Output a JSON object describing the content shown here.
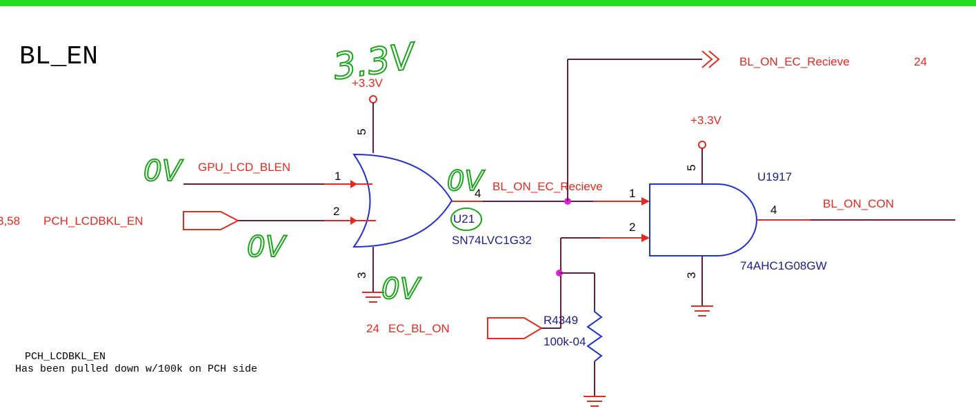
{
  "colors": {
    "top_bar": "#22dd22",
    "wire": "#6b1a3a",
    "pin_wire": "#e8281e",
    "net_label": "#e8281e",
    "component": "#1c1c8c",
    "gate_outline": "#1e2fd6",
    "junction": "#e020e0",
    "annotation": "#1aa51a"
  },
  "title": "BL_EN",
  "power_labels": {
    "u21_vcc": "+3.3V",
    "u1917_vcc": "+3.3V"
  },
  "nets": {
    "gpu_lcd_blen": "GPU_LCD_BLEN",
    "pch_lcdbkl_en": "PCH_LCDBKL_EN",
    "pch_ref": "3,58",
    "bl_on_ec_recieve_wire": "BL_ON_EC_Recieve",
    "bl_on_ec_recieve_port": "BL_ON_EC_Recieve",
    "bl_on_ec_recieve_ref": "24",
    "ec_bl_on": "EC_BL_ON",
    "ec_bl_on_ref": "24",
    "bl_on_con": "BL_ON_CON"
  },
  "u21": {
    "refdes": "U21",
    "part": "SN74LVC1G32",
    "pins": {
      "in_a": "1",
      "in_b": "2",
      "out": "4",
      "vcc": "5",
      "gnd": "3"
    }
  },
  "u1917": {
    "refdes": "U1917",
    "part": "74AHC1G08GW",
    "pins": {
      "in_a": "1",
      "in_b": "2",
      "out": "4",
      "vcc": "5",
      "gnd": "3"
    }
  },
  "r4349": {
    "refdes": "R4349",
    "value": "100k-04"
  },
  "note": {
    "line1": "PCH_LCDBKL_EN",
    "line2": "Has been pulled down w/100k on PCH side"
  },
  "handwritten": {
    "vcc": "3.3V",
    "gpu_in": "0V",
    "pch_in": "0V",
    "output": "0V",
    "ground": "0V"
  }
}
